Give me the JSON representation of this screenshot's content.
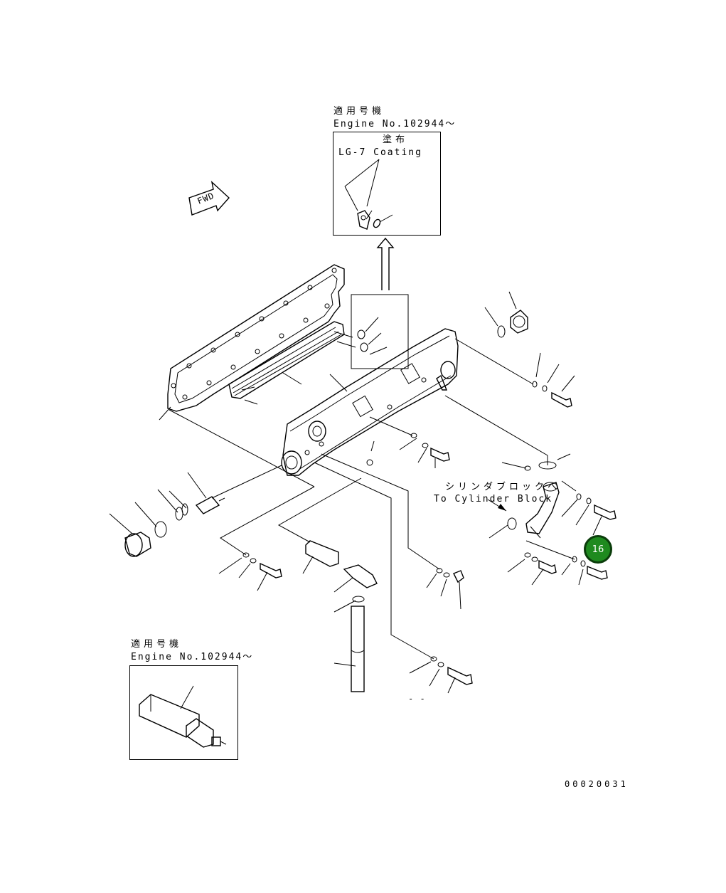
{
  "top_inset": {
    "applicable_jp": "適用号機",
    "engine_no": "Engine No.102944〜",
    "coating_jp": "塗布",
    "coating_label": "LG-7 Coating"
  },
  "fwd_label": "FWD",
  "cylinder_note": {
    "jp": "シリンダブロックへ",
    "en": "To Cylinder Block"
  },
  "bottom_inset": {
    "applicable_jp": "適用号機",
    "engine_no": "Engine No.102944〜"
  },
  "callout": {
    "number": "16",
    "color": "#1f8a1f"
  },
  "drawing_number": "00020031",
  "misc_mark": "- -"
}
